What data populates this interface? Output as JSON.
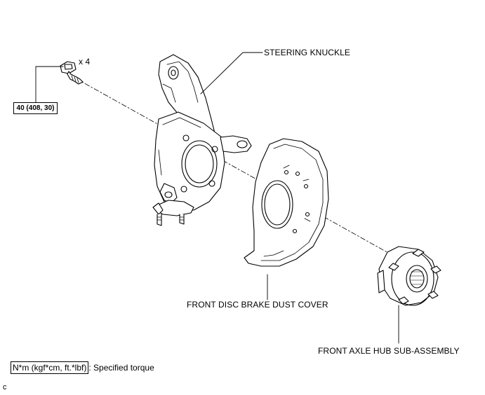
{
  "labels": {
    "quantity": "x 4",
    "steering_knuckle": "STEERING KNUCKLE",
    "dust_cover": "FRONT DISC BRAKE DUST COVER",
    "axle_hub": "FRONT AXLE HUB SUB-ASSEMBLY"
  },
  "torque_spec": "40 (408, 30)",
  "legend": {
    "unit": "N*m (kgf*cm, ft.*lbf)",
    "description": ": Specified torque"
  },
  "corner_code": "c"
}
